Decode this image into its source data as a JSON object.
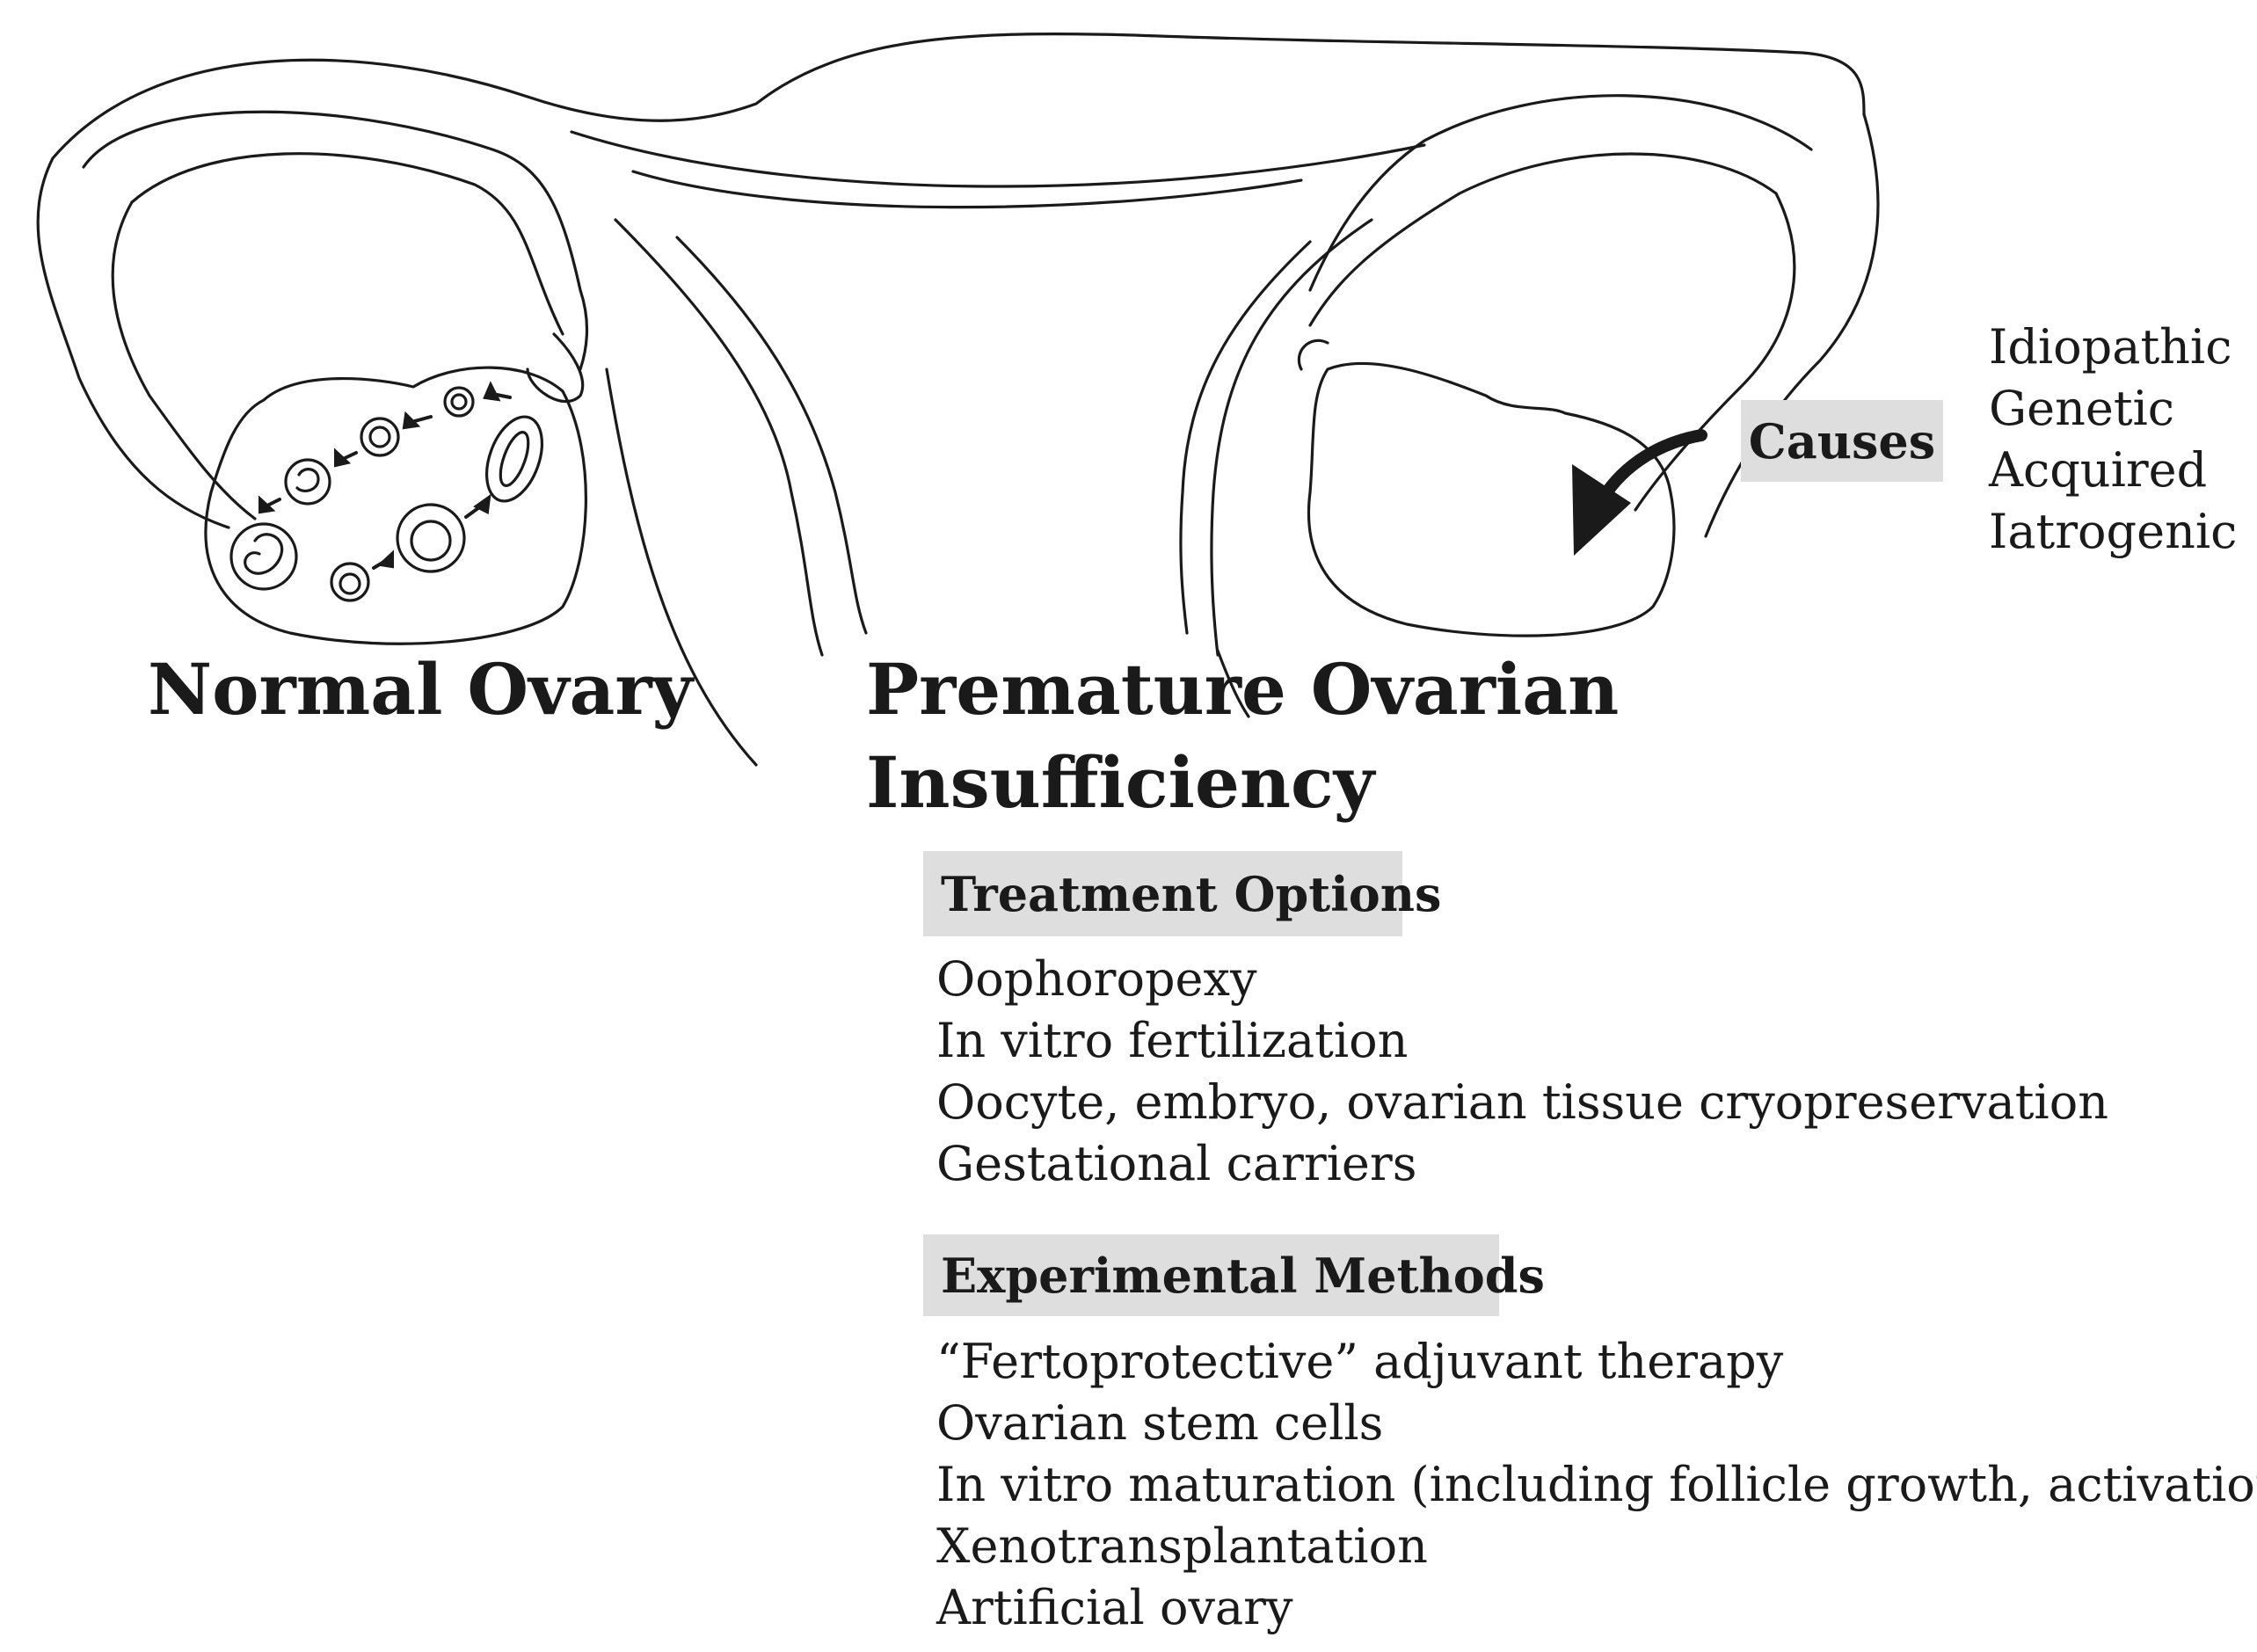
{
  "labels": {
    "normal_ovary": "Normal Ovary",
    "poi_line1": "Premature Ovarian",
    "poi_line2": "Insufficiency"
  },
  "causes": {
    "heading": "Causes",
    "items": [
      "Idiopathic",
      "Genetic",
      "Acquired",
      "Iatrogenic"
    ]
  },
  "treatment": {
    "heading": "Treatment Options",
    "items": [
      "Oophoropexy",
      "In vitro fertilization",
      "Oocyte, embryo, ovarian tissue cryopreservation",
      "Gestational carriers"
    ]
  },
  "experimental": {
    "heading": "Experimental Methods",
    "items": [
      "“Fertoprotective” adjuvant therapy",
      "Ovarian stem cells",
      "In vitro maturation (including follicle growth, activation)",
      "Xenotransplantation",
      "Artificial ovary"
    ]
  },
  "colors": {
    "box_fill": "#dedede",
    "line": "#1a1a1a"
  }
}
